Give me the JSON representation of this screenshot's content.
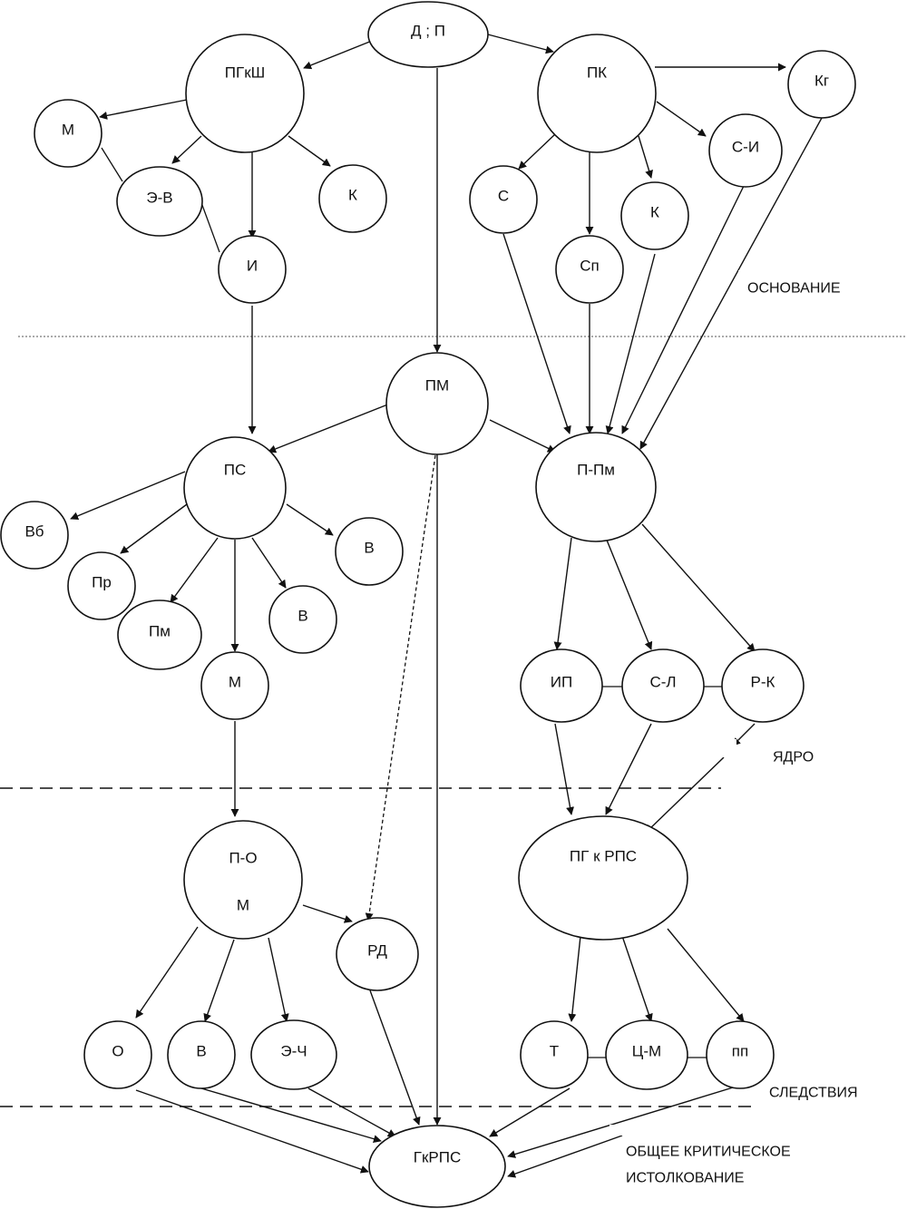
{
  "nodes": {
    "dp": "Д ; П",
    "pgksh": "ПГкШ",
    "pk": "ПК",
    "kg": "Кг",
    "m_top": "М",
    "ev": "Э-В",
    "k_left": "К",
    "i": "И",
    "s": "С",
    "sp": "Сп",
    "k_right": "К",
    "si": "С-И",
    "pm": "ПМ",
    "ps": "ПС",
    "ppm": "П-Пм",
    "vb": "Вб",
    "pr": "Пр",
    "pm_small": "Пм",
    "v_right": "В",
    "v_mid": "В",
    "m_mid": "М",
    "ip": "ИП",
    "sl": "С-Л",
    "rk": "Р-К",
    "po_line1": "П-О",
    "po_line2": "М",
    "pgkrps": "ПГ к РПС",
    "rd": "РД",
    "o": "О",
    "v_bottom": "В",
    "ech": "Э-Ч",
    "t": "Т",
    "cm": "Ц-М",
    "pp": "пп",
    "gkrps": "ГкРПС"
  },
  "zones": {
    "foundation": "ОСНОВАНИЕ",
    "core": "ЯДРО",
    "consequences": "СЛЕДСТВИЯ",
    "general_line1": "ОБЩЕЕ КРИТИЧЕСКОЕ",
    "general_line2": "ИСТОЛКОВАНИЕ"
  }
}
